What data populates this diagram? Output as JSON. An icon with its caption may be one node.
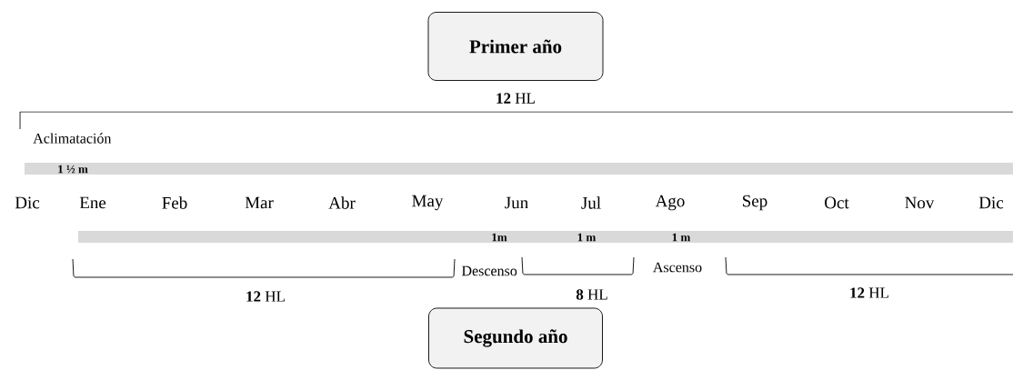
{
  "diagram": {
    "nodes": [
      {
        "text": [
          "Primer año"
        ]
      },
      {
        "text": [
          "Segundo año"
        ]
      }
    ],
    "labels": [
      "**12** HL",
      "Aclimatación",
      "1 ½ m",
      "Dic",
      "Ene",
      "Feb",
      "Mar",
      "Abr",
      "May",
      "Jun",
      "Jul",
      "Ago",
      "Sep",
      "Oct",
      "Nov",
      "Dic",
      "1m",
      "1 m",
      "1 m",
      "Descenso",
      "Ascenso",
      "**12** HL",
      "**8** HL",
      "**12** HL"
    ]
  }
}
